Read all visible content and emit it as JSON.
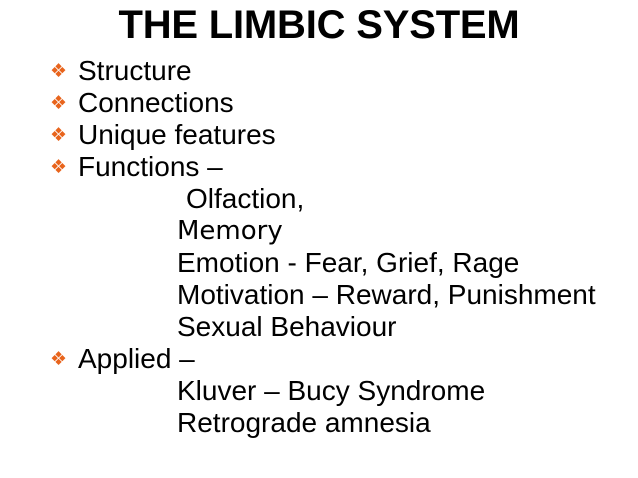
{
  "slide": {
    "background_color": "#ffffff",
    "text_color": "#000000",
    "bullet_color": "#e8641c",
    "title": "THE LIMBIC SYSTEM",
    "bullet_glyph": "❖",
    "bullet_icon_name": "four-diamond-bullet-icon",
    "lines": [
      {
        "level": 1,
        "text": "Structure"
      },
      {
        "level": 1,
        "text": "Connections"
      },
      {
        "level": 1,
        "text": "Unique features"
      },
      {
        "level": 1,
        "text": "Functions –"
      },
      {
        "level": 2,
        "text": "Olfaction,"
      },
      {
        "level": 2,
        "text": "Memory"
      },
      {
        "level": 2,
        "text": "Emotion - Fear, Grief, Rage"
      },
      {
        "level": 2,
        "text": "Motivation – Reward, Punishment"
      },
      {
        "level": 2,
        "text": "Sexual Behaviour"
      },
      {
        "level": 1,
        "text": "Applied –"
      },
      {
        "level": 2,
        "text": "Kluver – Bucy Syndrome"
      },
      {
        "level": 2,
        "text": "Retrograde amnesia"
      }
    ]
  }
}
